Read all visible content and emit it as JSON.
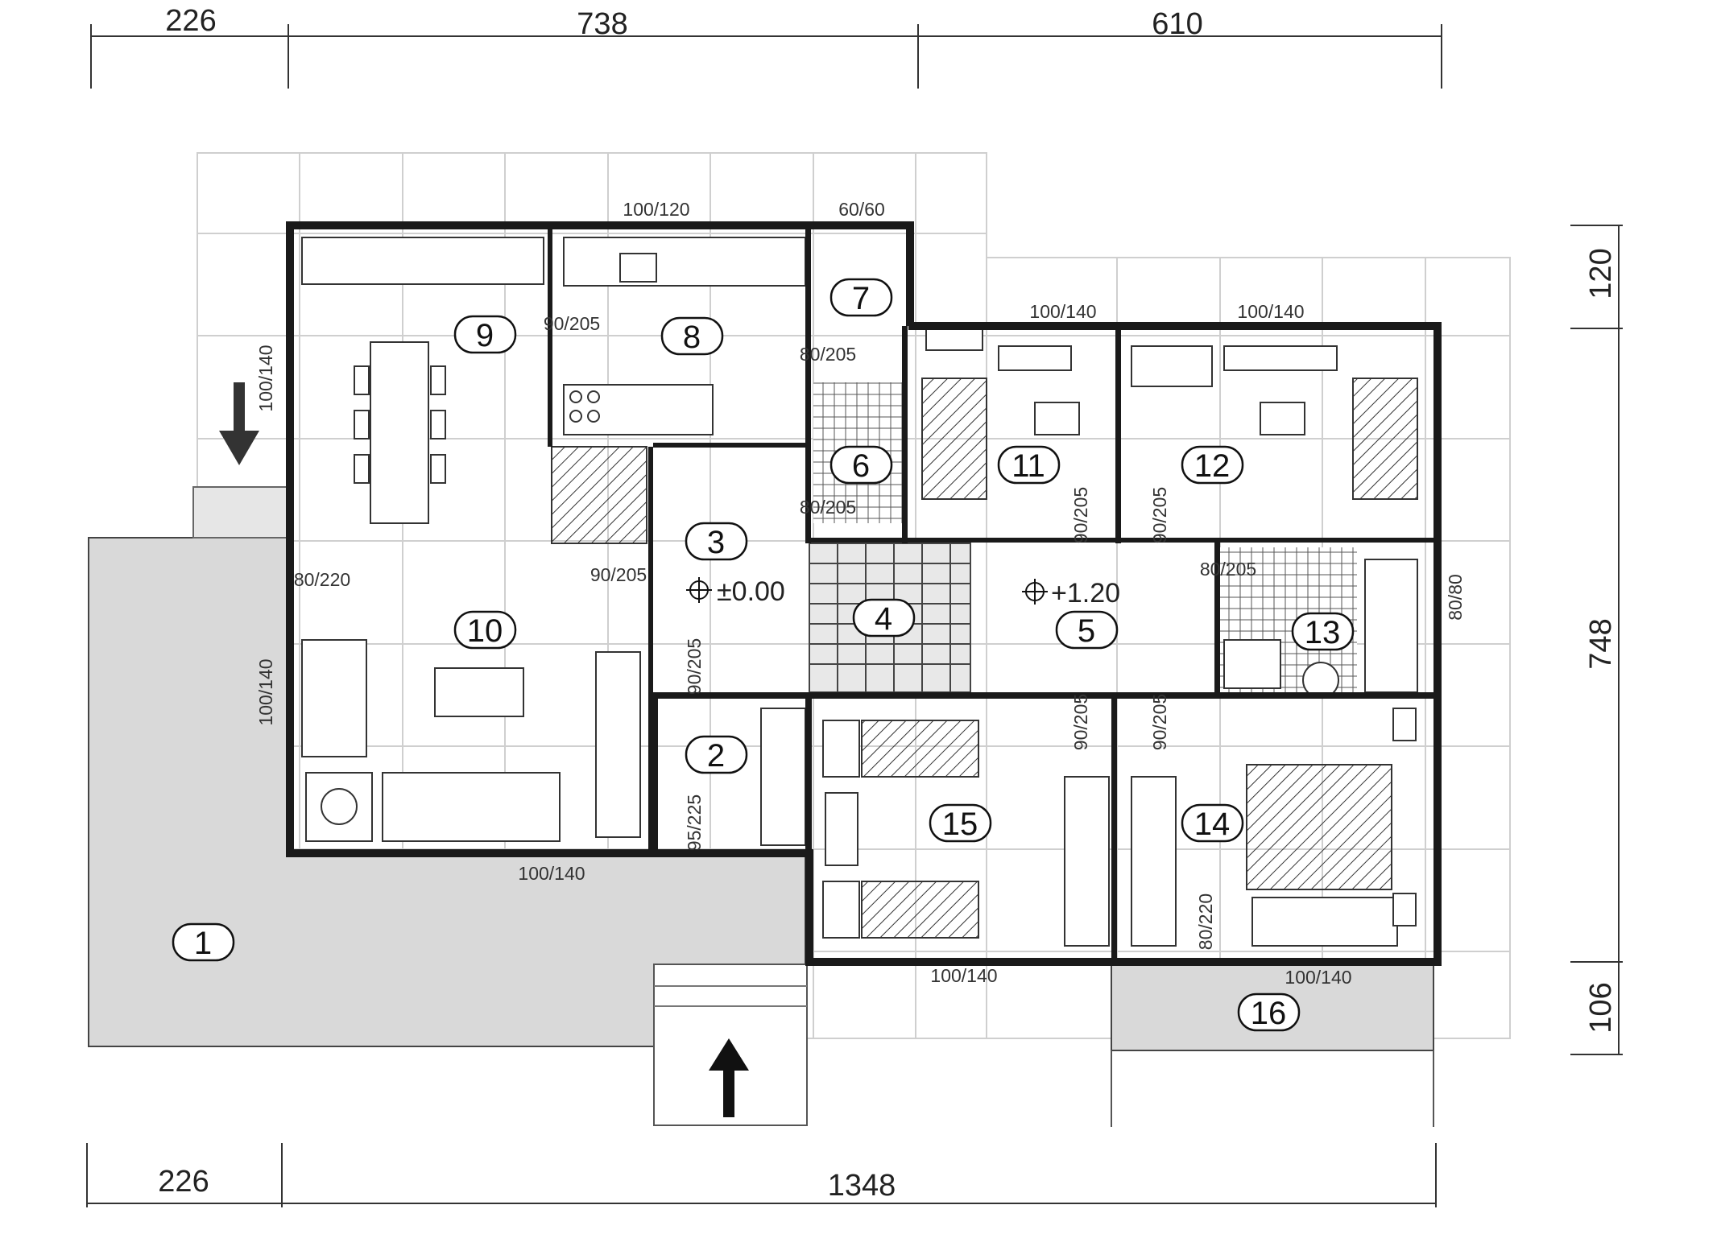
{
  "dimensions": {
    "top": [
      "226",
      "738",
      "610"
    ],
    "bottom": [
      "226",
      "1348"
    ],
    "right": [
      "120",
      "748",
      "106"
    ]
  },
  "rooms": [
    "1",
    "2",
    "3",
    "4",
    "5",
    "6",
    "7",
    "8",
    "9",
    "10",
    "11",
    "12",
    "13",
    "14",
    "15",
    "16"
  ],
  "levels": [
    "±0.00",
    "+1.20"
  ],
  "openings": [
    "100/120",
    "60/60",
    "100/140",
    "100/140",
    "100/140",
    "90/205",
    "80/205",
    "80/205",
    "80/220",
    "90/205",
    "90/205",
    "90/205",
    "90/205",
    "80/205",
    "80/80",
    "100/140",
    "95/225",
    "90/205",
    "90/205",
    "100/140",
    "100/140",
    "80/220",
    "100/140"
  ],
  "colors": {
    "wall": "#1a1a1a",
    "terrace": "#d9d9d9",
    "grid": "#cfcfcf",
    "hatch": "#333333"
  }
}
